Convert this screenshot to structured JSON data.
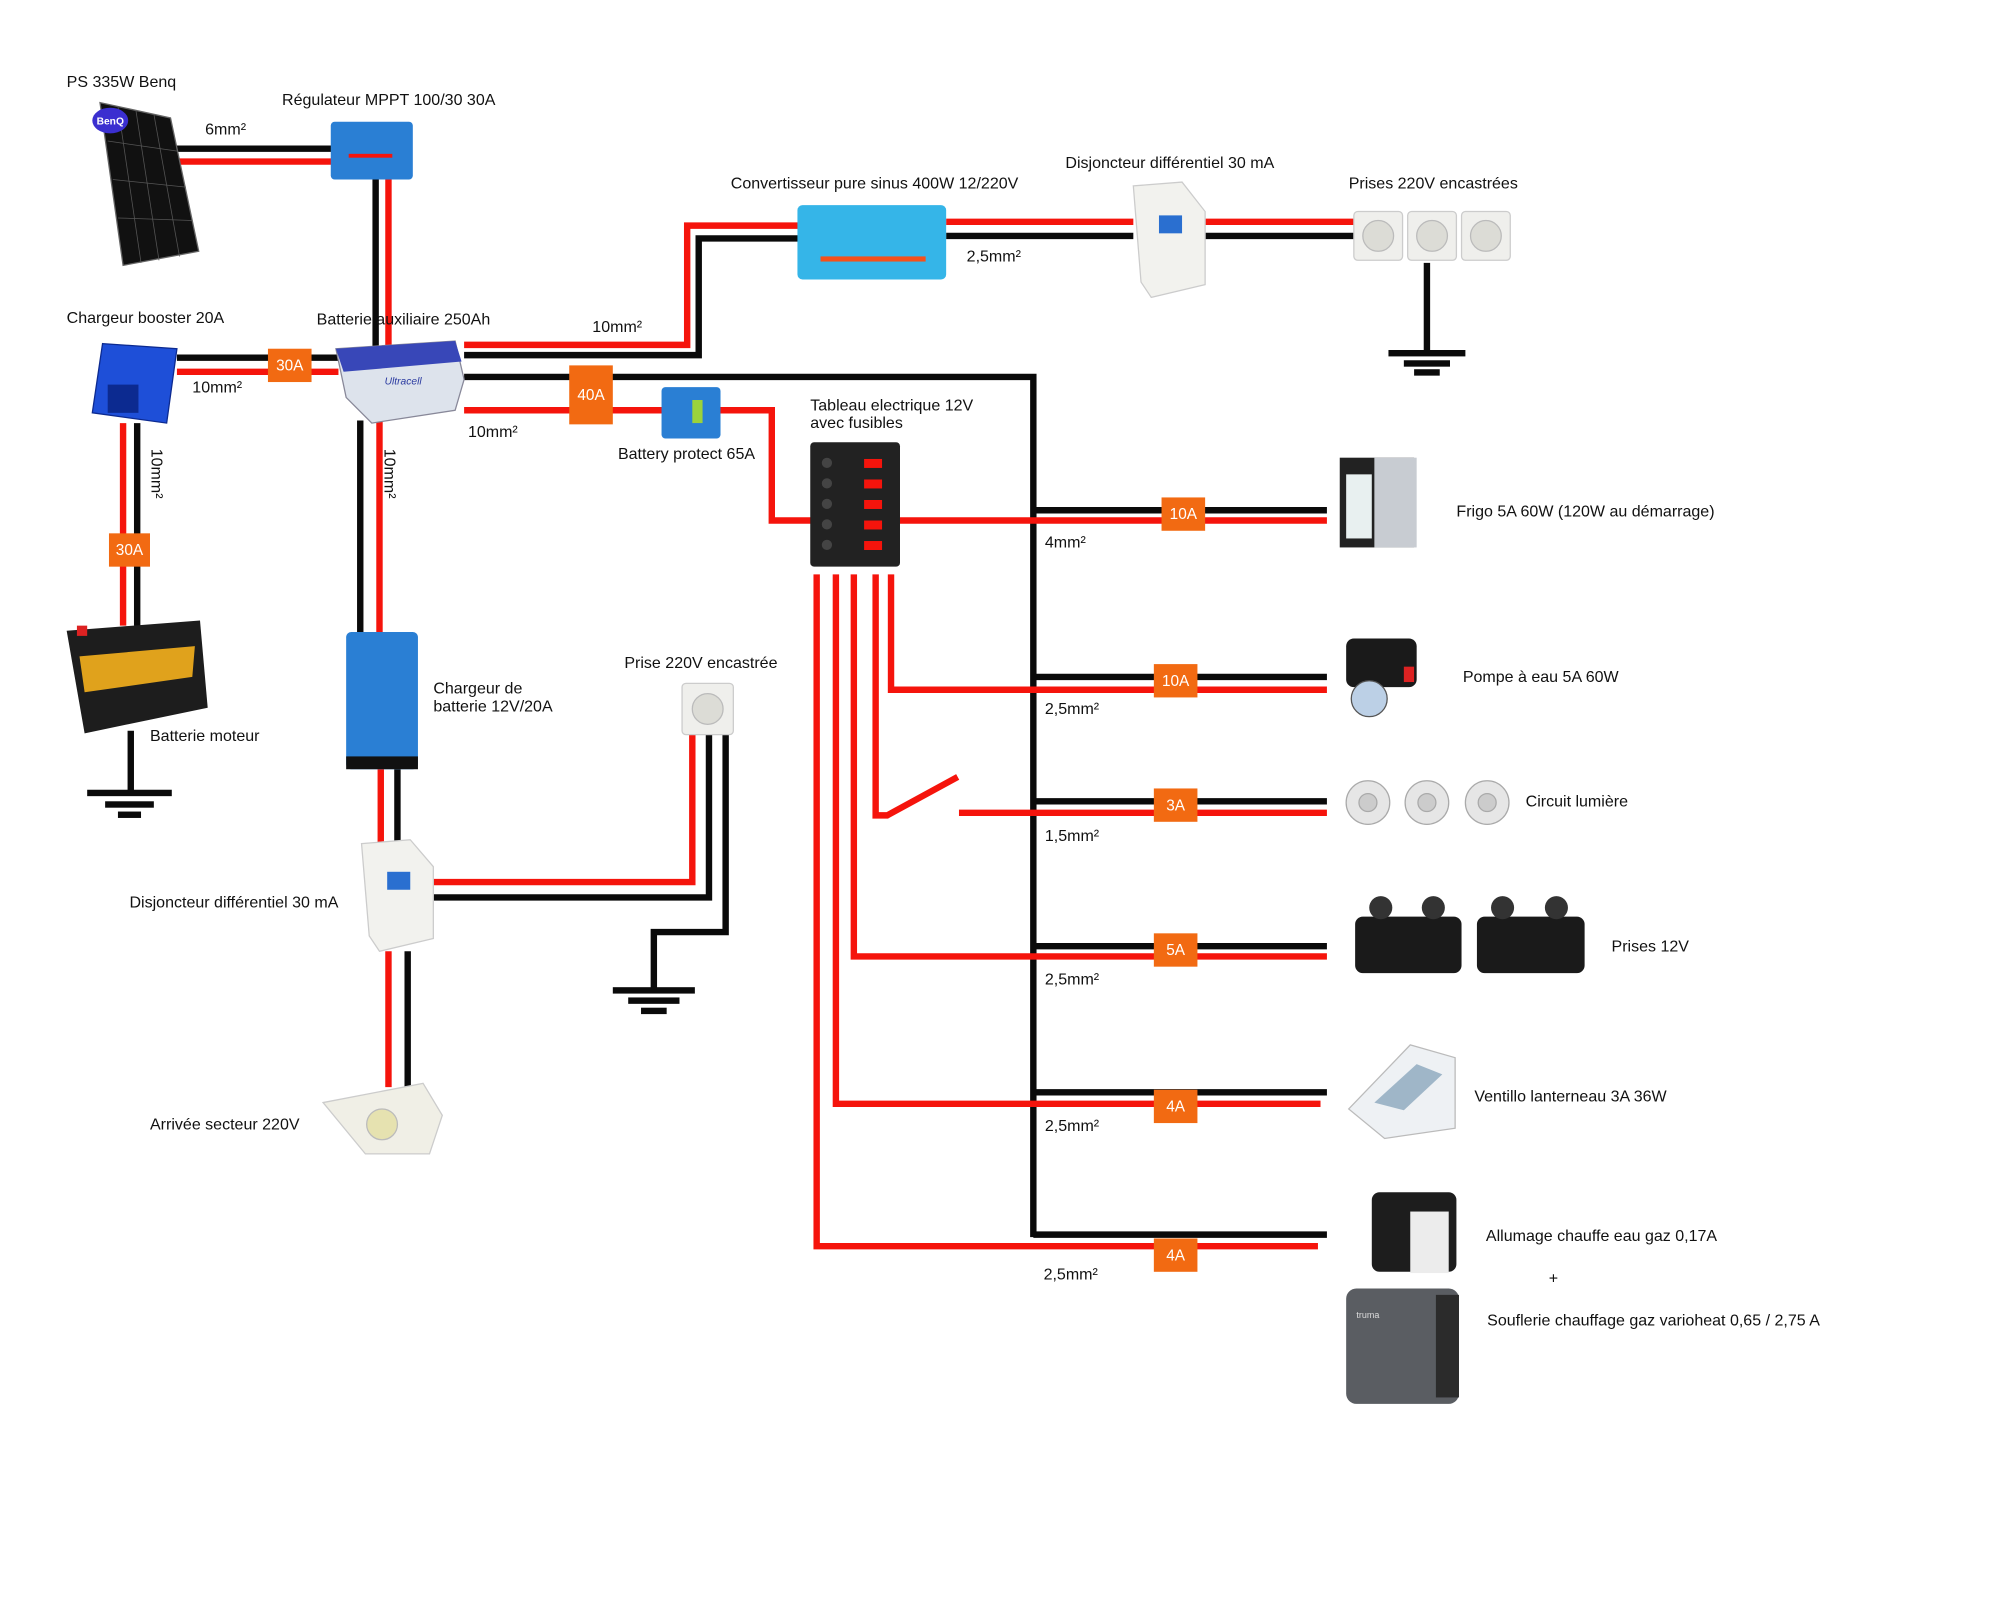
{
  "colors": {
    "positive_wire": "#f5140c",
    "negative_wire": "#0a0a0a",
    "fuse": "#f26a12",
    "victron_blue": "#2a7fd4",
    "inverter_cyan": "#35b5e8"
  },
  "components": {
    "solar_panel": "PS 335W Benq",
    "solar_panel_logo": "BenQ",
    "mppt": "Régulateur MPPT 100/30 30A",
    "booster": "Chargeur booster 20A",
    "aux_battery": "Batterie auxiliaire 250Ah",
    "engine_battery": "Batterie moteur",
    "inverter": "Convertisseur pure sinus 400W 12/220V",
    "rcd_top": "Disjoncteur différentiel 30 mA",
    "sockets_220": "Prises 220V encastrées",
    "battery_protect": "Battery protect 65A",
    "panel_line1": "Tableau electrique 12V",
    "panel_line2": "avec fusibles",
    "charger_line1": "Chargeur de",
    "charger_line2": "batterie 12V/20A",
    "socket_single": "Prise 220V encastrée",
    "rcd_bottom": "Disjoncteur différentiel 30 mA",
    "shore_power": "Arrivée secteur 220V",
    "fridge": "Frigo 5A 60W (120W au démarrage)",
    "pump": "Pompe à eau 5A 60W",
    "lights": "Circuit lumière",
    "sockets_12": "Prises 12V",
    "fan": "Ventillo lanterneau 3A 36W",
    "water_heater": "Allumage chauffe eau gaz 0,17A",
    "plus": "+",
    "heater_fan": "Souflerie chauffage gaz varioheat 0,65 / 2,75 A"
  },
  "wire_sections": {
    "solar": "6mm²",
    "booster": "10mm²",
    "booster_down": "10mm²",
    "aux_to_inverter": "10mm²",
    "aux_to_protect": "10mm²",
    "aux_to_charger": "10mm²",
    "inverter_out": "2,5mm²",
    "fridge": "4mm²",
    "pump": "2,5mm²",
    "lights": "1,5mm²",
    "sockets_12": "2,5mm²",
    "fan": "2,5mm²",
    "heater": "2,5mm²"
  },
  "fuses": {
    "booster": "30A",
    "engine": "30A",
    "main": "40A",
    "fridge": "10A",
    "pump": "10A",
    "lights": "3A",
    "sockets_12": "5A",
    "fan": "4A",
    "heater": "4A"
  }
}
